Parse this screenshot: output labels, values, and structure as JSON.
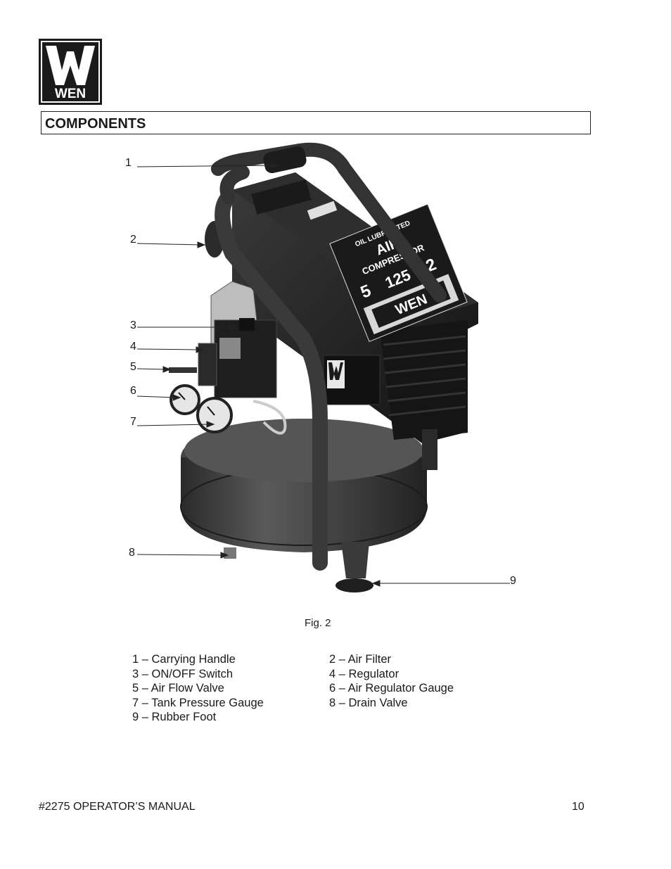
{
  "logo": {
    "text": "WEN"
  },
  "section": {
    "title": "COMPONENTS"
  },
  "figure": {
    "callouts": [
      "1",
      "2",
      "3",
      "4",
      "5",
      "6",
      "7",
      "8",
      "9"
    ],
    "label_panel": {
      "line1": "OIL LUBRICATED",
      "line2": "AIR",
      "line3": "COMPRESSOR",
      "gallon": "5",
      "psi": "125",
      "hp": "2"
    },
    "brand": "WEN",
    "caption": "Fig. 2"
  },
  "legend": {
    "left": [
      "1 – Carrying Handle",
      "3 – ON/OFF Switch",
      "5 – Air Flow Valve",
      "7 – Tank Pressure Gauge",
      "9 – Rubber Foot"
    ],
    "right": [
      "2 – Air Filter",
      "4 – Regulator",
      "6 – Air Regulator Gauge",
      "8 – Drain Valve"
    ]
  },
  "footer": {
    "manual": "#2275 OPERATOR’S MANUAL",
    "page": "10"
  }
}
